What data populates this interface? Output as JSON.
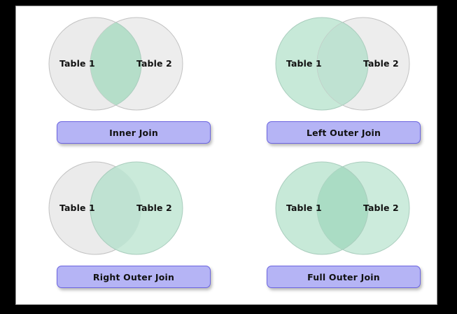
{
  "canvas": {
    "background": "#ffffff",
    "border_color": "#9a9a9a",
    "outer_background": "#000000"
  },
  "colors": {
    "circle_grey_fill": "#ebebeb",
    "circle_green_fill": "#c7e9d8",
    "circle_stroke": "#b9b9b9",
    "circle_green_stroke": "#a9cdbd",
    "intersection_green": "#a8dcc3",
    "button_fill": "#b5b4f5",
    "button_border": "#6b64e0",
    "text_color": "#111111"
  },
  "diagrams": [
    {
      "id": "inner-join",
      "button_label": "Inner Join",
      "left_circle": {
        "label": "Table 1",
        "highlighted": false
      },
      "right_circle": {
        "label": "Table 2",
        "highlighted": false
      },
      "intersection_highlighted": true
    },
    {
      "id": "left-outer-join",
      "button_label": "Left Outer Join",
      "left_circle": {
        "label": "Table 1",
        "highlighted": true
      },
      "right_circle": {
        "label": "Table 2",
        "highlighted": false
      },
      "intersection_highlighted": true
    },
    {
      "id": "right-outer-join",
      "button_label": "Right Outer Join",
      "left_circle": {
        "label": "Table 1",
        "highlighted": false
      },
      "right_circle": {
        "label": "Table 2",
        "highlighted": true
      },
      "intersection_highlighted": true
    },
    {
      "id": "full-outer-join",
      "button_label": "Full Outer Join",
      "left_circle": {
        "label": "Table 1",
        "highlighted": true
      },
      "right_circle": {
        "label": "Table 2",
        "highlighted": true
      },
      "intersection_highlighted": true
    }
  ]
}
